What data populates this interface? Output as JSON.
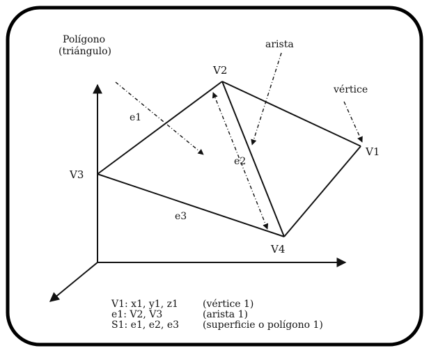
{
  "labels": {
    "poligono_line1": "Polígono",
    "poligono_line2": "(triángulo)",
    "arista": "arista",
    "vertice": "vértice",
    "v1": "V1",
    "v2": "V2",
    "v3": "V3",
    "v4": "V4",
    "e1": "e1",
    "e2": "e2",
    "e3": "e3"
  },
  "legend": [
    {
      "def": "V1: x1, y1, z1",
      "desc": "(vértice 1)"
    },
    {
      "def": "e1: V2, V3",
      "desc": "(arista 1)"
    },
    {
      "def": "S1: e1, e2, e3",
      "desc": "(superficie o polígono 1)"
    }
  ],
  "colors": {
    "ink": "#111111",
    "frame": "#000000",
    "background": "#ffffff"
  }
}
